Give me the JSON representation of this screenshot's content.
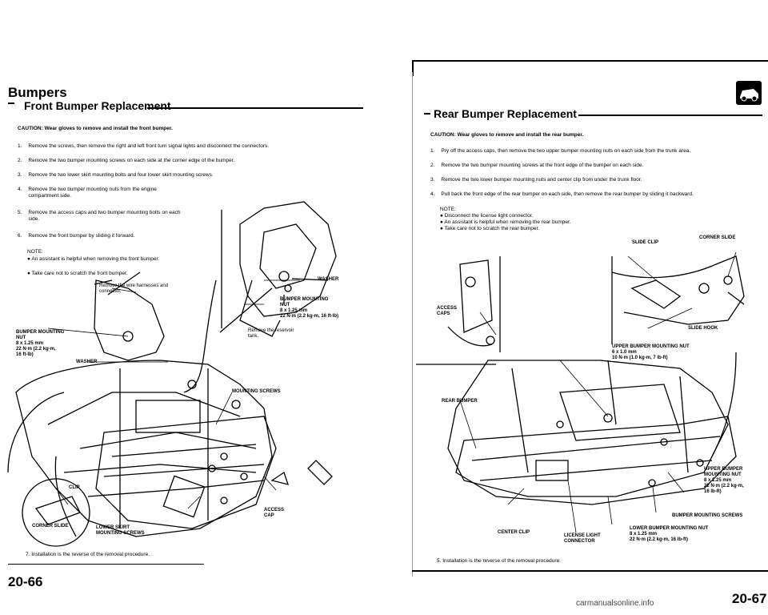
{
  "left": {
    "section": "Bumpers",
    "title": "Front Bumper Replacement",
    "caution": "CAUTION: Wear gloves to remove and install the front bumper.",
    "steps": [
      {
        "n": "1.",
        "text": "Remove the screws, then remove the right and left front turn signal lights and disconnect the connectors."
      },
      {
        "n": "2.",
        "text": "Remove the two bumper mounting screws on each side at the corner edge of the bumper."
      },
      {
        "n": "3.",
        "text": "Remove the two lower skirt mounting bolts and four lower skirt mounting screws."
      },
      {
        "n": "4.",
        "text": "Remove the two bumper mounting nuts from the engine compartment side."
      },
      {
        "n": "5.",
        "text": "Remove the access caps and two bumper mounting bolts on each side."
      },
      {
        "n": "6.",
        "text": "Remove the front bumper by sliding it forward."
      }
    ],
    "note_title": "NOTE:",
    "notes": [
      "An assistant is helpful when removing the front bumper.",
      "Take care not to scratch the front bumper."
    ],
    "step7": "7.  Installation is the reverse of the removal procedure.",
    "labels": {
      "wire": "Remove the wire harnesses and connector.",
      "washer_top": "WASHER",
      "bmn_top_1": "BUMPER MOUNTING",
      "bmn_top_2": "NUT",
      "bmn_top_3": "8 x 1.25 mm",
      "bmn_top_4": "22 N·m (2.2 kg-m, 16 ft-lb)",
      "reservoir": "Remove the reservoir tank.",
      "bmn_left_1": "BUMPER MOUNTING",
      "bmn_left_2": "NUT",
      "bmn_left_3": "8 x 1.25 mm",
      "bmn_left_4": "22 N·m (2.2 kg-m,",
      "bmn_left_5": "16 ft-lb)",
      "washer_left": "WASHER",
      "mounting_screws": "MOUNTING SCREWS",
      "clip": "CLIP",
      "corner_slide": "CORNER SLIDE",
      "lower_skirt_1": "LOWER SKIRT",
      "lower_skirt_2": "MOUNTING SCREWS",
      "access_cap_1": "ACCESS",
      "access_cap_2": "CAP"
    },
    "page_number": "20-66"
  },
  "right": {
    "title": "Rear Bumper Replacement",
    "caution": "CAUTION: Wear gloves to remove and install the rear bumper.",
    "steps": [
      {
        "n": "1.",
        "text": "Pry off the access caps, then remove the two upper bumper mounting nuts on each side from the trunk area."
      },
      {
        "n": "2.",
        "text": "Remove the two bumper mounting screws at the front edge of the bumper on each side."
      },
      {
        "n": "3.",
        "text": "Remove the two lower bumper mounting nuts and center clip from under the trunk floor."
      },
      {
        "n": "4.",
        "text": "Pull back the front edge of the rear bumper on each side, then remove the rear bumper by sliding it backward."
      }
    ],
    "note_title": "NOTE:",
    "notes": [
      "Disconnect the license light connector.",
      "An assistant is helpful when removing the rear bumper.",
      "Take care not to scratch the rear bumper."
    ],
    "step5": "5.  Installation is the reverse of the removal procedure.",
    "labels": {
      "slide_clip": "SLIDE CLIP",
      "corner_slide": "CORNER SLIDE",
      "access_caps_1": "ACCESS",
      "access_caps_2": "CAPS",
      "slide_hook": "SLIDE HOOK",
      "ubmn_1": "UPPER BUMPER MOUNTING NUT",
      "ubmn_2": "6 x 1.0 mm",
      "ubmn_3": "10 N·m (1.0 kg-m, 7 lb-ft)",
      "rear_bumper": "REAR BUMPER",
      "ubmn_r_1": "UPPER BUMPER",
      "ubmn_r_2": "MOUNTING NUT",
      "ubmn_r_3": "8 x 1.25 mm",
      "ubmn_r_4": "22 N·m (2.2 kg-m,",
      "ubmn_r_5": "16 lb-ft)",
      "bms": "BUMPER MOUNTING SCREWS",
      "center_clip": "CENTER CLIP",
      "license_1": "LICENSE LIGHT",
      "license_2": "CONNECTOR",
      "lbmn_1": "LOWER BUMPER MOUNTING NUT",
      "lbmn_2": "8 x 1.25 mm",
      "lbmn_3": "22 N·m (2.2 kg-m, 16 lb-ft)"
    },
    "page_number": "20-67"
  },
  "watermark": "carmanualsonline.info"
}
